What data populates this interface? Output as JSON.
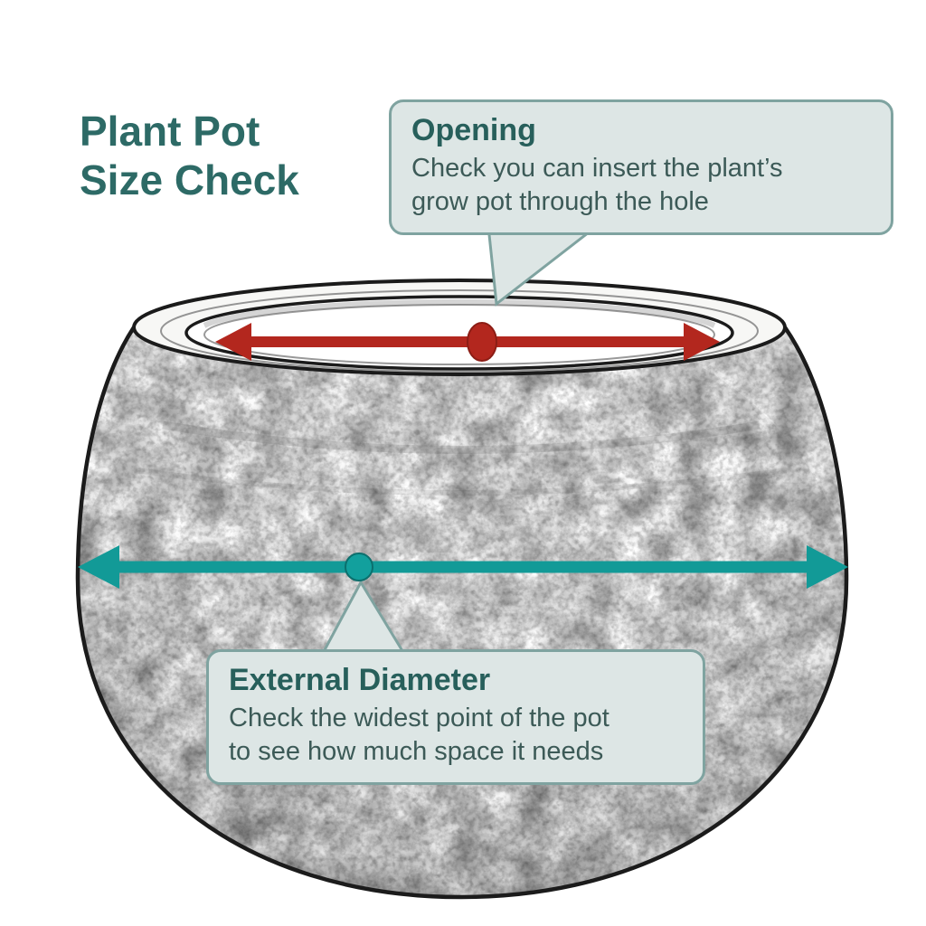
{
  "page": {
    "background": "#ffffff"
  },
  "title": {
    "line1": "Plant Pot",
    "line2": "Size Check"
  },
  "callouts": {
    "opening": {
      "heading": "Opening",
      "body_line1": "Check you can insert the plant’s",
      "body_line2": "grow pot through the hole"
    },
    "external_diameter": {
      "heading": "External Diameter",
      "body_line1": "Check the widest point of the pot",
      "body_line2": "to see how much space it needs"
    }
  },
  "icons": {
    "opening_arrow": "red-double-headed-arrow",
    "opening_dot": "red-oval-marker",
    "diameter_arrow": "teal-double-headed-arrow",
    "diameter_dot": "teal-circle-marker",
    "illustration": "sketched-round-plant-pot"
  },
  "colors": {
    "title_text": "#2D6A66",
    "callout_background": "#DDE6E5",
    "callout_border": "#7FA3A0",
    "callout_heading": "#275F5B",
    "callout_body": "#3C5A57",
    "opening_arrow_red": "#B3271E",
    "diameter_arrow_teal": "#129A97",
    "sketch_outline": "#1B1B1B"
  }
}
